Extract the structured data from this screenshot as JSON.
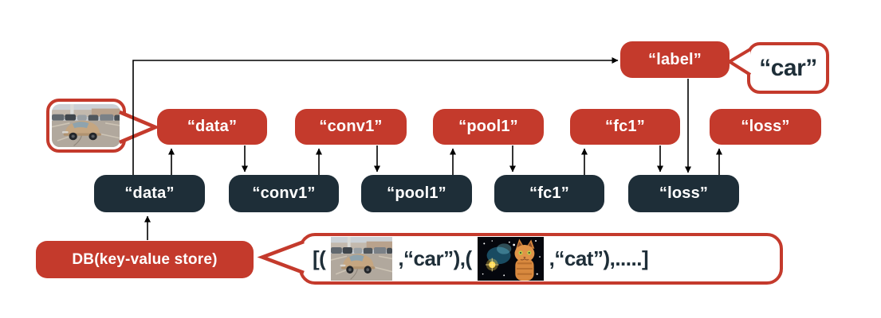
{
  "diagram": {
    "colors": {
      "red": "#C43A2C",
      "dark_navy": "#1E2E38",
      "line_black": "#000000"
    },
    "blob_row": [
      {
        "label": "“data”"
      },
      {
        "label": "“conv1”"
      },
      {
        "label": "“pool1”"
      },
      {
        "label": "“fc1”"
      },
      {
        "label": "“loss”"
      }
    ],
    "layer_row": [
      {
        "label": "“data”"
      },
      {
        "label": "“conv1”"
      },
      {
        "label": "“pool1”"
      },
      {
        "label": "“fc1”"
      },
      {
        "label": "“loss”"
      }
    ],
    "label_blob": {
      "label": "“label”"
    },
    "car_value_callout": {
      "text": "“car”"
    },
    "db_box": {
      "label": "DB(key-value store)"
    },
    "db_contents_callout": {
      "open_bracket": "[(",
      "after_car": ",“car”),(",
      "after_cat": ",“cat”),.....]"
    },
    "photos": {
      "car": "car-photo",
      "cat": "cat-photo"
    }
  }
}
